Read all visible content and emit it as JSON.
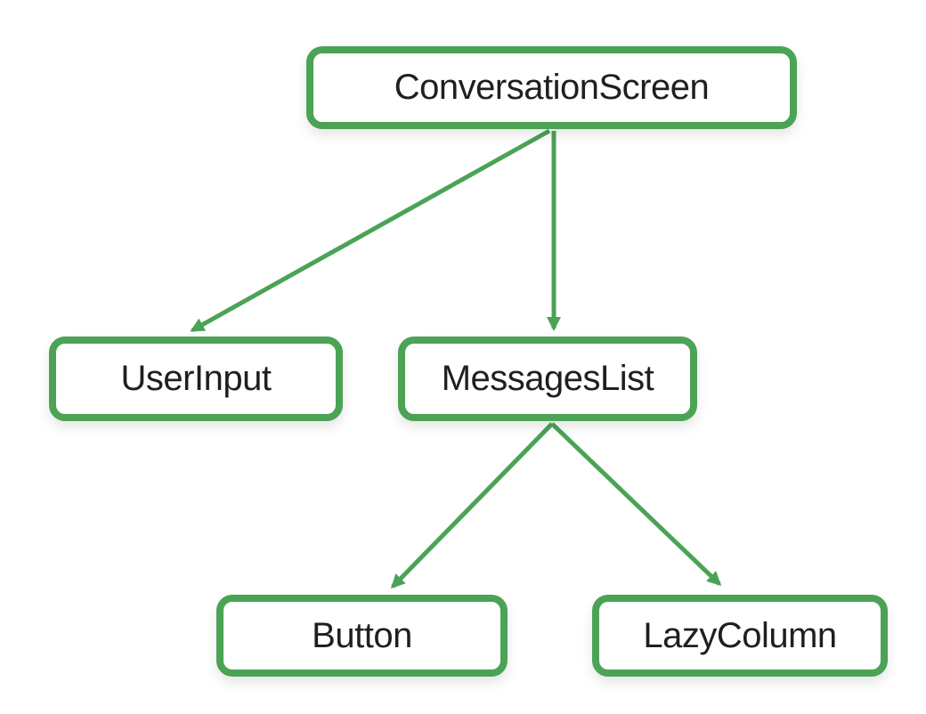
{
  "diagram": {
    "type": "tree",
    "nodes": [
      {
        "id": "conversation-screen",
        "label": "ConversationScreen"
      },
      {
        "id": "user-input",
        "label": "UserInput"
      },
      {
        "id": "messages-list",
        "label": "MessagesList"
      },
      {
        "id": "button",
        "label": "Button"
      },
      {
        "id": "lazy-column",
        "label": "LazyColumn"
      }
    ],
    "edges": [
      {
        "from": "conversation-screen",
        "to": "user-input"
      },
      {
        "from": "conversation-screen",
        "to": "messages-list"
      },
      {
        "from": "messages-list",
        "to": "button"
      },
      {
        "from": "messages-list",
        "to": "lazy-column"
      }
    ]
  },
  "theme": {
    "accent": "#4ba355",
    "node_fill": "#ffffff",
    "text_color": "#1f1f1f",
    "background": "#ffffff"
  }
}
